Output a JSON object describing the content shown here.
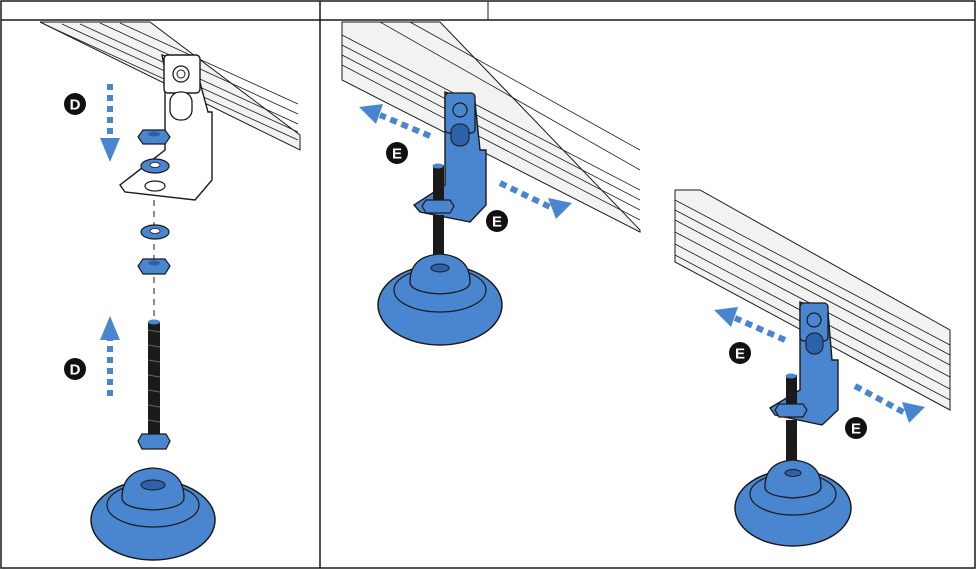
{
  "panels": [
    {
      "id": "left",
      "badges": [
        "D",
        "D"
      ]
    },
    {
      "id": "middle",
      "badges": [
        "E",
        "E"
      ]
    },
    {
      "id": "right",
      "badges": [
        "E",
        "E"
      ]
    }
  ],
  "colors": {
    "accent_blue": "#4a86cf",
    "blue_dark": "#2e62a8",
    "badge_fill": "#111111",
    "line": "#1a1a1a",
    "rail_fill": "#f2f2f2"
  }
}
